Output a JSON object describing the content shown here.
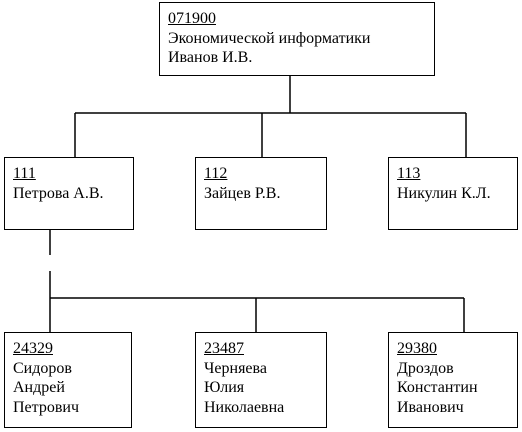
{
  "root": {
    "code": "071900",
    "lines": [
      "Экономической информатики",
      "Иванов И.В."
    ]
  },
  "level2": [
    {
      "code": "111",
      "lines": [
        "Петрова А.В."
      ]
    },
    {
      "code": "112",
      "lines": [
        "Зайцев Р.В."
      ]
    },
    {
      "code": "113",
      "lines": [
        "Никулин К.Л."
      ]
    }
  ],
  "level3": [
    {
      "code": "24329",
      "lines": [
        "Сидоров",
        "Андрей",
        "Петрович"
      ]
    },
    {
      "code": "23487",
      "lines": [
        "Черняева",
        "Юлия",
        "Николаевна"
      ]
    },
    {
      "code": "29380",
      "lines": [
        "Дроздов",
        "Константин",
        "Иванович"
      ]
    }
  ]
}
